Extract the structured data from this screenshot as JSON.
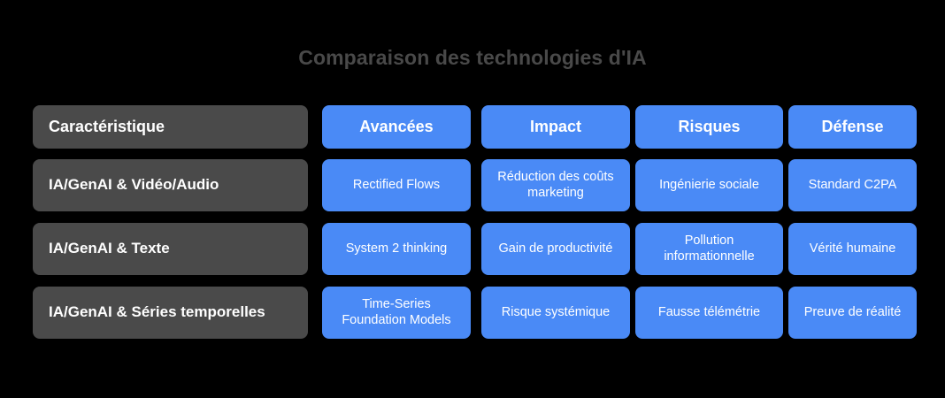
{
  "title": "Comparaison des technologies d'IA",
  "colors": {
    "background": "#000000",
    "title_text": "#494949",
    "feature_cell": "#4a4a4a",
    "data_cell": "#4a8af6",
    "cell_text": "#ffffff"
  },
  "table": {
    "headers": {
      "feature": "Caractéristique",
      "col2": "Avancées",
      "col3": "Impact",
      "col4": "Risques",
      "col5": "Défense"
    },
    "rows": [
      {
        "feature": "IA/GenAI & Vidéo/Audio",
        "col2": "Rectified Flows",
        "col3": "Réduction des coûts marketing",
        "col4": "Ingénierie sociale",
        "col5": "Standard C2PA"
      },
      {
        "feature": "IA/GenAI & Texte",
        "col2": "System 2 thinking",
        "col3": "Gain de productivité",
        "col4": "Pollution informationnelle",
        "col5": "Vérité humaine"
      },
      {
        "feature": "IA/GenAI & Séries temporelles",
        "col2": "Time-Series Foundation Models",
        "col3": "Risque systémique",
        "col4": "Fausse télémétrie",
        "col5": "Preuve de réalité"
      }
    ]
  }
}
